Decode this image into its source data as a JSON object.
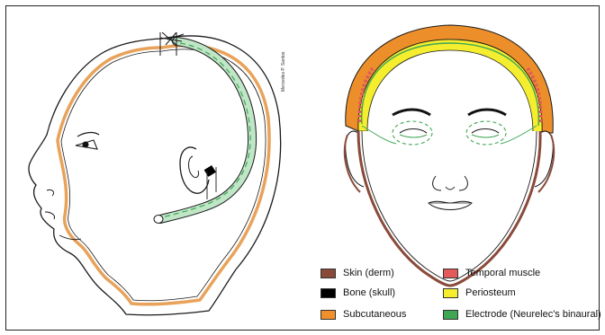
{
  "signature": "Mercedes P. Santos",
  "legend": [
    {
      "label": "Skin (derm)",
      "color": "#8a4a3a"
    },
    {
      "label": "Temporal muscle",
      "color": "#e25a5a"
    },
    {
      "label": "Bone (skull)",
      "color": "#000000"
    },
    {
      "label": "Periosteum",
      "color": "#f4ee2e"
    },
    {
      "label": "Subcutaneous",
      "color": "#f0902a"
    },
    {
      "label": "Electrode (Neurelec's binaural)",
      "color": "#3fa654"
    }
  ],
  "colors": {
    "outline": "#1a1a1a",
    "skin": "#8a4a3a",
    "subcutaneous": "#e8a25a",
    "periosteum": "#f4ee2e",
    "temporal_muscle": "#e25a5a",
    "electrode": "#3fa654",
    "electrode_light": "#bfe6c6"
  }
}
